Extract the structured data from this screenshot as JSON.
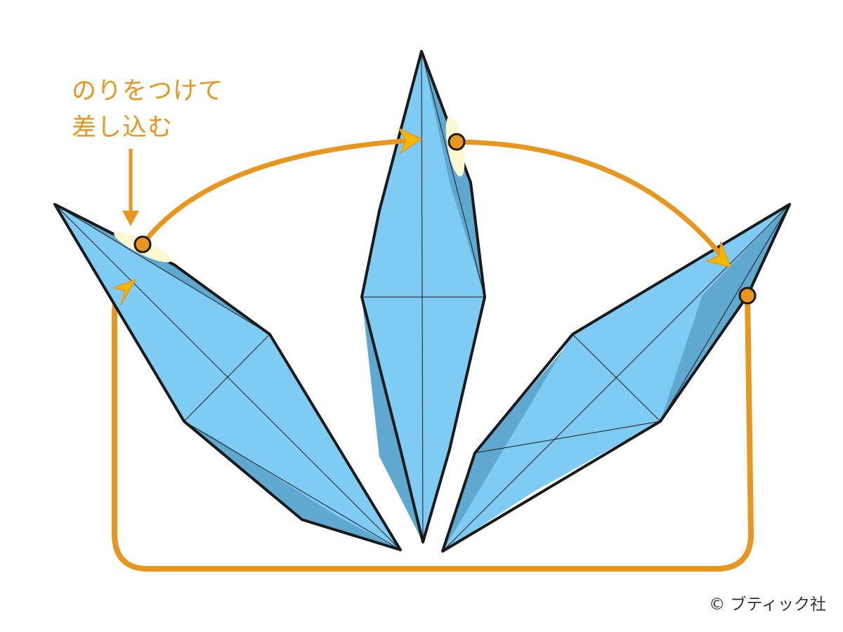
{
  "instruction": {
    "line1": "のりをつけて",
    "line2": "差し込む"
  },
  "credit": "© ブティック社",
  "colors": {
    "paper_front": "#7ECBF3",
    "paper_side": "#5FA8CF",
    "outline": "#1A1A1A",
    "crease": "#1A1A1A",
    "glue_spot": "#FFF8D0",
    "flow_line": "#E8961E",
    "flow_arrow": "#F5B800",
    "annotation_text": "#E8961E",
    "credit_text": "#333333"
  },
  "diagram": {
    "pieces": [
      "left-folded-piece",
      "center-folded-piece",
      "right-folded-piece"
    ],
    "glue_points": 3,
    "arrow_heads": 3
  }
}
